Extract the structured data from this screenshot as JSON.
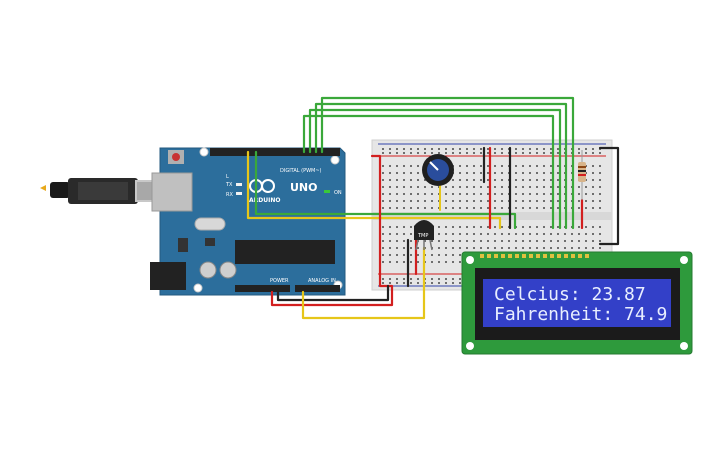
{
  "arduino": {
    "brand": "ARDUINO",
    "model": "UNO",
    "digital_label": "DIGITAL (PWM~)",
    "analog_label": "ANALOG IN",
    "power_label": "POWER",
    "on_label": "ON",
    "tx_label": "TX",
    "rx_label": "RX",
    "l_label": "L"
  },
  "sensor": {
    "label": "TMP"
  },
  "lcd": {
    "line1": "Celcius: 23.87",
    "line2": "Fahrenheit: 74.9"
  },
  "colors": {
    "board": "#2c6e9c",
    "breadboard": "#e6e6e6",
    "wire_green": "#3aa83a",
    "wire_red": "#d21f1f",
    "wire_black": "#222222",
    "wire_yellow": "#e6c619",
    "lcd_pcb": "#2e9a3c",
    "lcd_screen": "#3340c8"
  }
}
